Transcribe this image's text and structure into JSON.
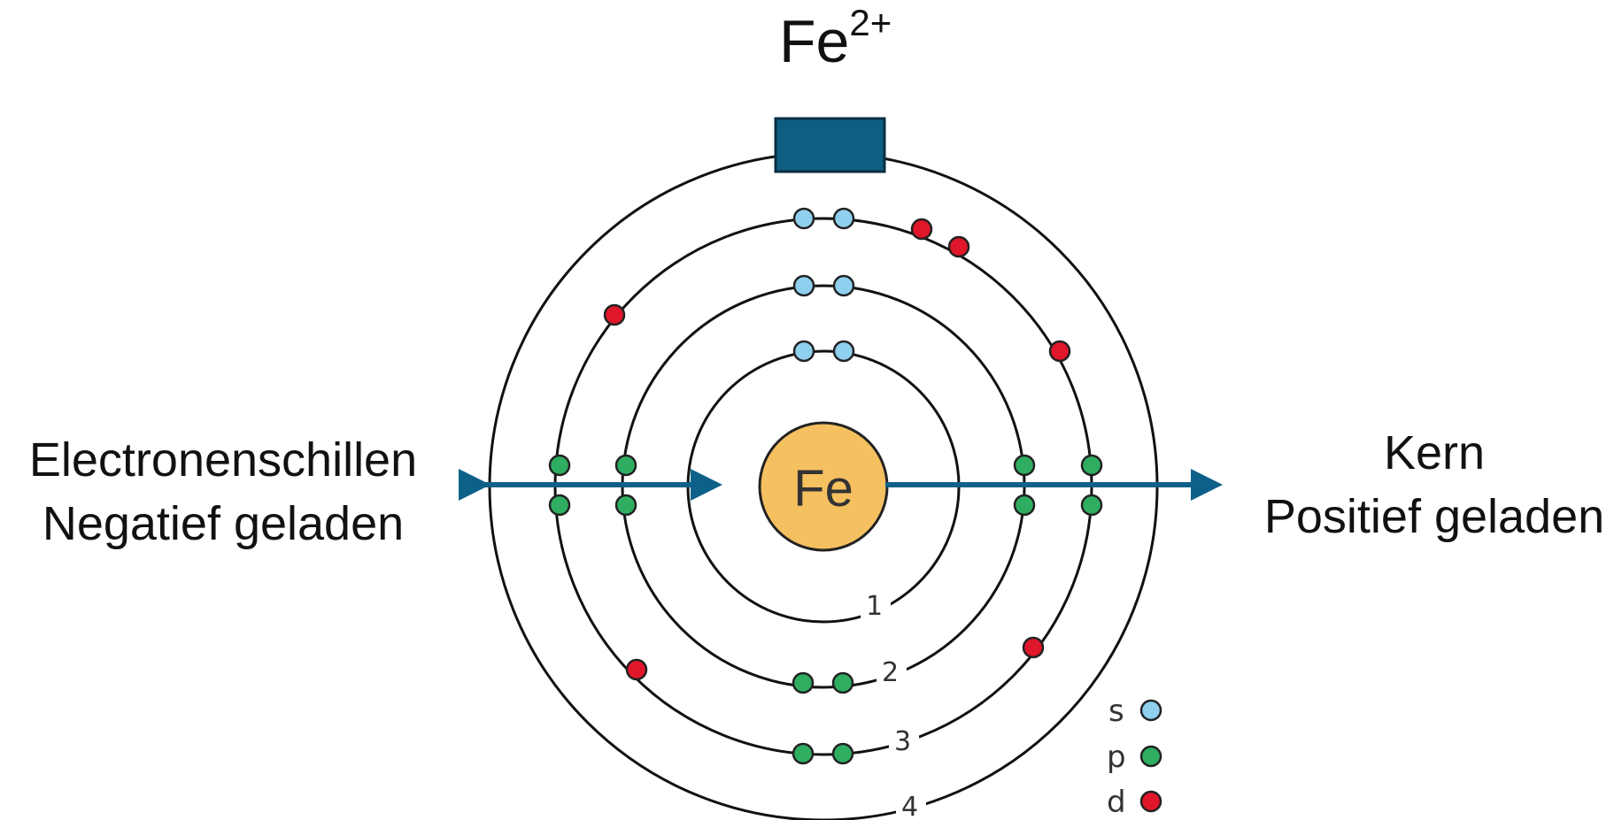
{
  "title": {
    "symbol": "Fe",
    "charge": "2+"
  },
  "nucleus": {
    "symbol": "Fe",
    "color": "#F5C060"
  },
  "labels": {
    "left_line1": "Electronenschillen",
    "left_line2": "Negatief geladen",
    "right_line1": "Kern",
    "right_line2": "Positief geladen"
  },
  "shells": [
    {
      "number": "1",
      "s": 2,
      "p": 0,
      "d": 0
    },
    {
      "number": "2",
      "s": 2,
      "p": 6,
      "d": 0
    },
    {
      "number": "3",
      "s": 2,
      "p": 6,
      "d": 6
    },
    {
      "number": "4",
      "s": 0,
      "p": 0,
      "d": 0
    }
  ],
  "legend": [
    {
      "key": "s",
      "color": "#8FD0EE"
    },
    {
      "key": "p",
      "color": "#2FAE62"
    },
    {
      "key": "d",
      "color": "#E0162B"
    }
  ],
  "colors": {
    "arrow": "#0D6189",
    "box": "#0D5E80",
    "ring": "#111111"
  }
}
